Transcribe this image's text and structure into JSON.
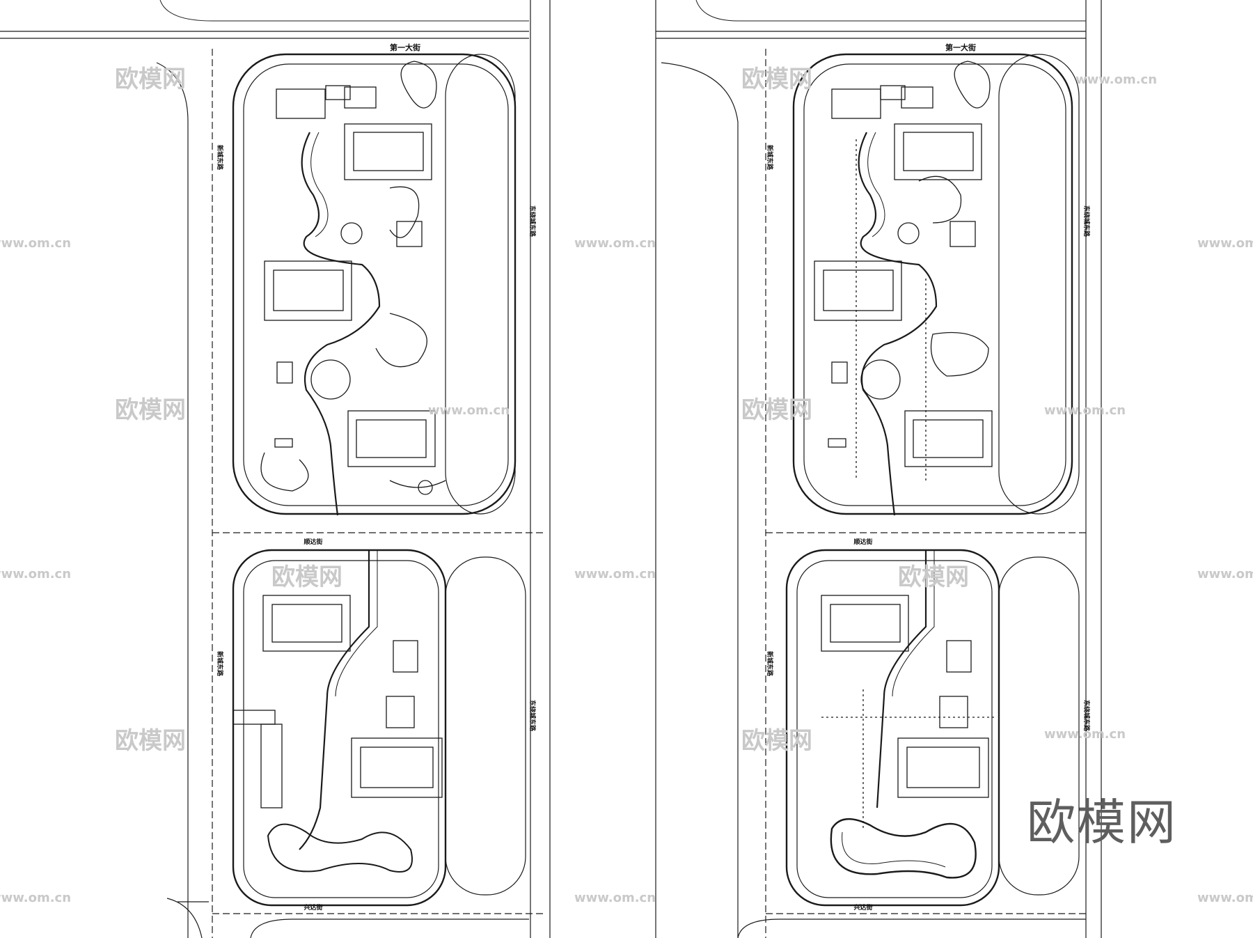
{
  "streets": {
    "north": "第一大街",
    "west": "新城东路",
    "east": "东绕城东路",
    "middle": "顺达街",
    "south": "兴达街"
  },
  "watermark": {
    "brand": "欧模网",
    "url": "www.om.cn",
    "corner_brand": "欧模网"
  },
  "colors": {
    "line": "#1a1a1a",
    "watermark": "#c9c9c9",
    "corner_brand": "#5e5e5e"
  }
}
